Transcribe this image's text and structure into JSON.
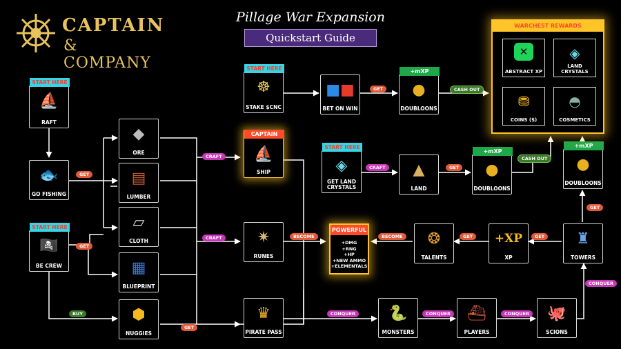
{
  "brand": {
    "line1": "CAPTAIN",
    "line2": "& COMPANY",
    "color": "#e8c35b"
  },
  "title": "Pillage War Expansion",
  "subtitle": "Quickstart Guide",
  "tags": {
    "start_here": "START HERE",
    "mxp": "+mXP",
    "captain": "CAPTAIN",
    "warchest": "WARCHEST REWARDS",
    "powerful": "POWERFUL"
  },
  "nodes": {
    "raft": "RAFT",
    "go_fishing": "GO FISHING",
    "be_crew": "BE CREW",
    "ore": "ORE",
    "lumber": "LUMBER",
    "cloth": "CLOTH",
    "blueprint": "BLUEPRINT",
    "nuggies": "NUGGIES",
    "stake": "STAKE $CNC",
    "bet_on_win": "BET ON WIN",
    "doubloons_1": "DOUBLOONS",
    "ship": "SHIP",
    "get_land_crystals": "GET LAND\nCRYSTALS",
    "land": "LAND",
    "doubloons_2": "DOUBLOONS",
    "doubloons_3": "DOUBLOONS",
    "runes": "RUNES",
    "talents": "TALENTS",
    "xp": "XP",
    "towers": "TOWERS",
    "pirate_pass": "PIRATE PASS",
    "monsters": "MONSTERS",
    "players": "PLAYERS",
    "scions": "SCIONS"
  },
  "powerful_list": [
    "+DMG",
    "+RNG",
    "+HP",
    "+NEW AMMO",
    "+ELEMENTALS"
  ],
  "warchest": {
    "abstract_xp": "ABSTRACT XP",
    "land_crystals": "LAND\nCRYSTALS",
    "coins": "COINS ($)",
    "cosmetics": "COSMETICS"
  },
  "labels": {
    "get": "GET",
    "craft": "CRAFT",
    "become": "BECOME",
    "buy": "BUY",
    "conquer": "CONQUER",
    "cash_out": "CASH OUT",
    "xp_big": "+XP"
  },
  "colors": {
    "cyan_tag": "#33d6e6",
    "green_tag": "#1ea84a",
    "gold": "#ffc428",
    "red": "#ff4a2a",
    "magenta": "#c936b8",
    "orange": "#e05a3a"
  }
}
